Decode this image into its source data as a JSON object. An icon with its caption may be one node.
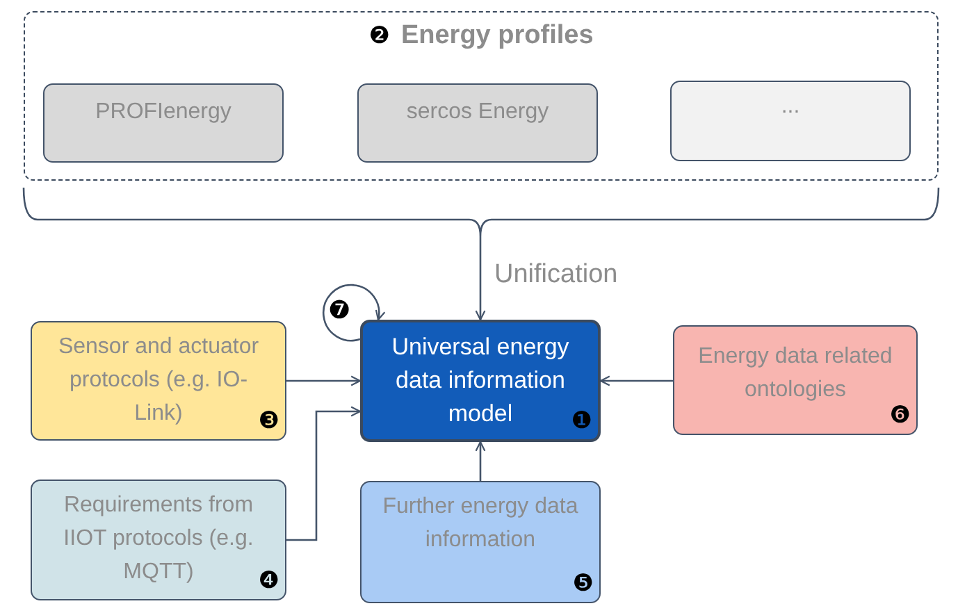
{
  "diagram": {
    "nodes": [
      {
        "text": [
          "❷",
          "Energy profiles"
        ]
      },
      {
        "text": [
          "PROFIenergy"
        ],
        "in": 0
      },
      {
        "text": [
          "sercos Energy"
        ],
        "in": 0
      },
      {
        "text": [
          "..."
        ],
        "in": 0
      },
      {
        "text": [
          "Universal energy data information model",
          "❶"
        ]
      },
      {
        "text": [
          "Sensor and actuator protocols (e.g. IO-Link)",
          "❸"
        ]
      },
      {
        "text": [
          "Requirements from IIOT protocols (e.g. MQTT)",
          "❹"
        ]
      },
      {
        "text": [
          "Further energy data information",
          "❺"
        ]
      },
      {
        "text": [
          "Energy data related ontologies",
          "❻"
        ]
      }
    ],
    "edges": [
      {
        "from": 0,
        "to": 4,
        "arrow": "to",
        "label": "Unification"
      },
      {
        "from": 5,
        "to": 4,
        "arrow": "to"
      },
      {
        "from": 6,
        "to": 4,
        "arrow": "to"
      },
      {
        "from": 7,
        "to": 4,
        "arrow": "to"
      },
      {
        "from": 8,
        "to": 4,
        "arrow": "to"
      },
      {
        "from": 4,
        "to": 4,
        "arrow": "to",
        "label": "❼"
      }
    ]
  }
}
